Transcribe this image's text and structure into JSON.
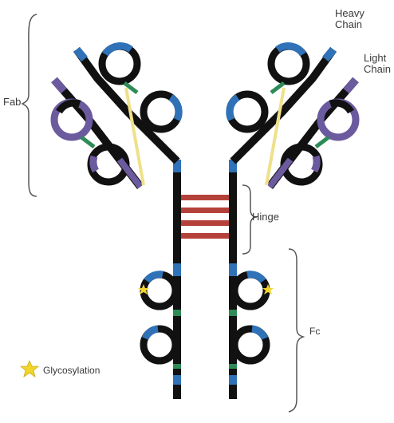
{
  "labels": {
    "heavy_chain": "Heavy Chain",
    "light_chain": "Light Chain",
    "fab": "Fab",
    "hinge": "Hinge",
    "fc": "Fc",
    "glycosylation": "Glycosylation"
  },
  "colors": {
    "heavy_chain": "#111111",
    "heavy_chain_domain": "#2f72b8",
    "light_chain": "#6b5a9e",
    "linker": "#2e8b57",
    "disulfide_bridge": "#b5423a",
    "intrachain_disulfide": "#efe08a",
    "bracket": "#555555",
    "star": "#f2d52a"
  },
  "icons": [
    "star-icon"
  ]
}
